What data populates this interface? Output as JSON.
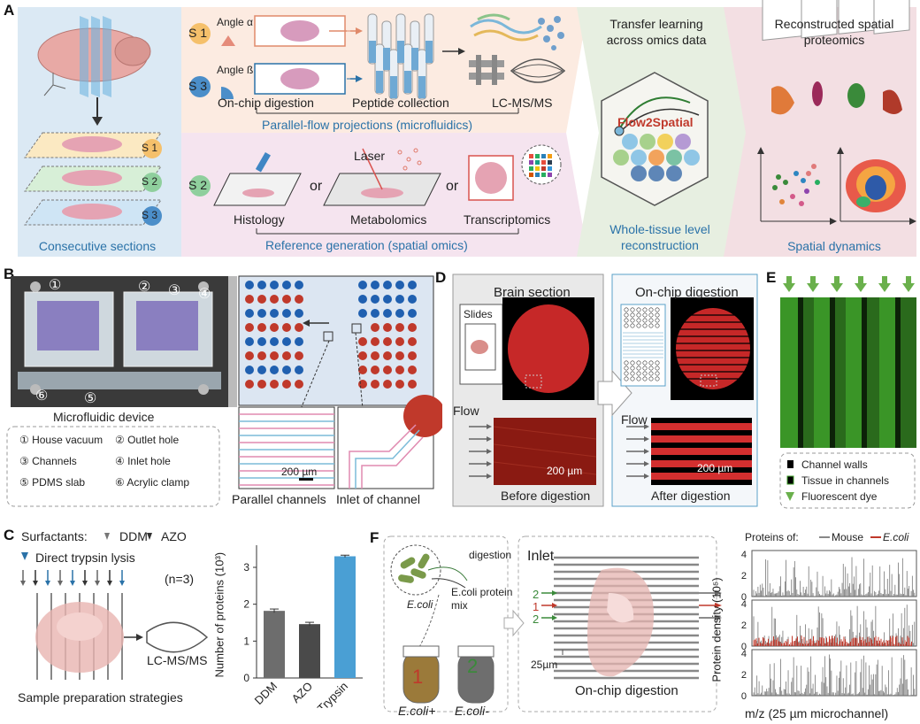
{
  "panelA": {
    "letter": "A",
    "consecutive_sections": "Consecutive sections",
    "section_labels": [
      "S 1",
      "S 2",
      "S 3"
    ],
    "angle_alpha": "Angle α",
    "angle_beta": "Angle ß",
    "on_chip_digestion": "On-chip digestion",
    "peptide_collection": "Peptide collection",
    "lcmsms": "LC-MS/MS",
    "parallel_flow": "Parallel-flow projections (microfluidics)",
    "histology": "Histology",
    "or1": "or",
    "metabolomics": "Metabolomics",
    "laser": "Laser",
    "or2": "or",
    "transcriptomics": "Transcriptomics",
    "reference_generation": "Reference generation (spatial omics)",
    "transfer_learning": "Transfer learning across omics data",
    "flow2spatial": "Flow2Spatial",
    "whole_tissue": "Whole-tissue level reconstruction",
    "reconstructed": "Reconstructed spatial proteomics",
    "spatial_dynamics": "Spatial dynamics"
  },
  "panelB": {
    "letter": "B",
    "microfluidic_device": "Microfluidic device",
    "callouts": [
      "①",
      "②",
      "③",
      "④",
      "⑤",
      "⑥"
    ],
    "legend": [
      "① House vacuum",
      "② Outlet hole",
      "③ Channels",
      "④ Inlet hole",
      "⑤ PDMS slab",
      "⑥ Acrylic clamp"
    ],
    "scale": "200 µm",
    "parallel_channels": "Parallel channels",
    "inlet_of_channel": "Inlet of channel"
  },
  "panelC": {
    "letter": "C",
    "surfactants": "Surfactants:",
    "ddm": "DDM",
    "azo": "AZO",
    "direct_trypsin": "Direct trypsin lysis",
    "n3": "(n=3)",
    "lcmsms": "LC-MS/MS",
    "strategies": "Sample preparation strategies"
  },
  "chart_data": {
    "type": "bar",
    "categories": [
      "DDM",
      "AZO",
      "Trypsin"
    ],
    "values": [
      1.82,
      1.46,
      3.3
    ],
    "errors": [
      0.05,
      0.05,
      0.03
    ],
    "colors": [
      "#6d6d6d",
      "#4a4a4a",
      "#4a9fd4"
    ],
    "ylabel": "Number of proteins (10³)",
    "ylim": [
      0,
      3.6
    ],
    "yticks": [
      "0",
      "1",
      "2",
      "3"
    ]
  },
  "panelD": {
    "letter": "D",
    "brain_section": "Brain section",
    "slides": "Slides",
    "flow": "Flow",
    "scale": "200 µm",
    "before_digestion": "Before digestion",
    "on_chip_digestion": "On-chip digestion",
    "after_digestion": "After digestion"
  },
  "panelE": {
    "letter": "E",
    "legend": [
      "Channel walls",
      "Tissue in channels",
      "Fluorescent dye"
    ]
  },
  "panelF": {
    "letter": "F",
    "digestion": "digestion",
    "ecoli": "E.coli",
    "ecoli_mix": "E.coli protein mix",
    "tube1": "1",
    "tube2": "2",
    "ecoli_plus": "E.coli+",
    "ecoli_minus": "E.coli-",
    "inlet": "Inlet",
    "inlet_marks": [
      "2",
      "1",
      "2"
    ],
    "width_label": "25µm",
    "on_chip_digestion": "On-chip digestion",
    "proteins_of": "Proteins of:",
    "mouse": "Mouse",
    "ecoli_legend": "E.coli",
    "ylabel": "Protein density (10⁵)",
    "xlabel": "m/z (25 µm microchannel)",
    "yticks": [
      "0",
      "2",
      "4"
    ]
  },
  "colors": {
    "blue_text": "#2a72a8",
    "panel_a_left": "#dbe9f4",
    "panel_a_top": "#fcebe1",
    "panel_a_bottom": "#f5e4ef",
    "panel_a_mid": "#e7efe1",
    "panel_a_right": "#f3dfe3",
    "trypsin": "#4a9fd4",
    "ecoli": "#c0392b"
  }
}
